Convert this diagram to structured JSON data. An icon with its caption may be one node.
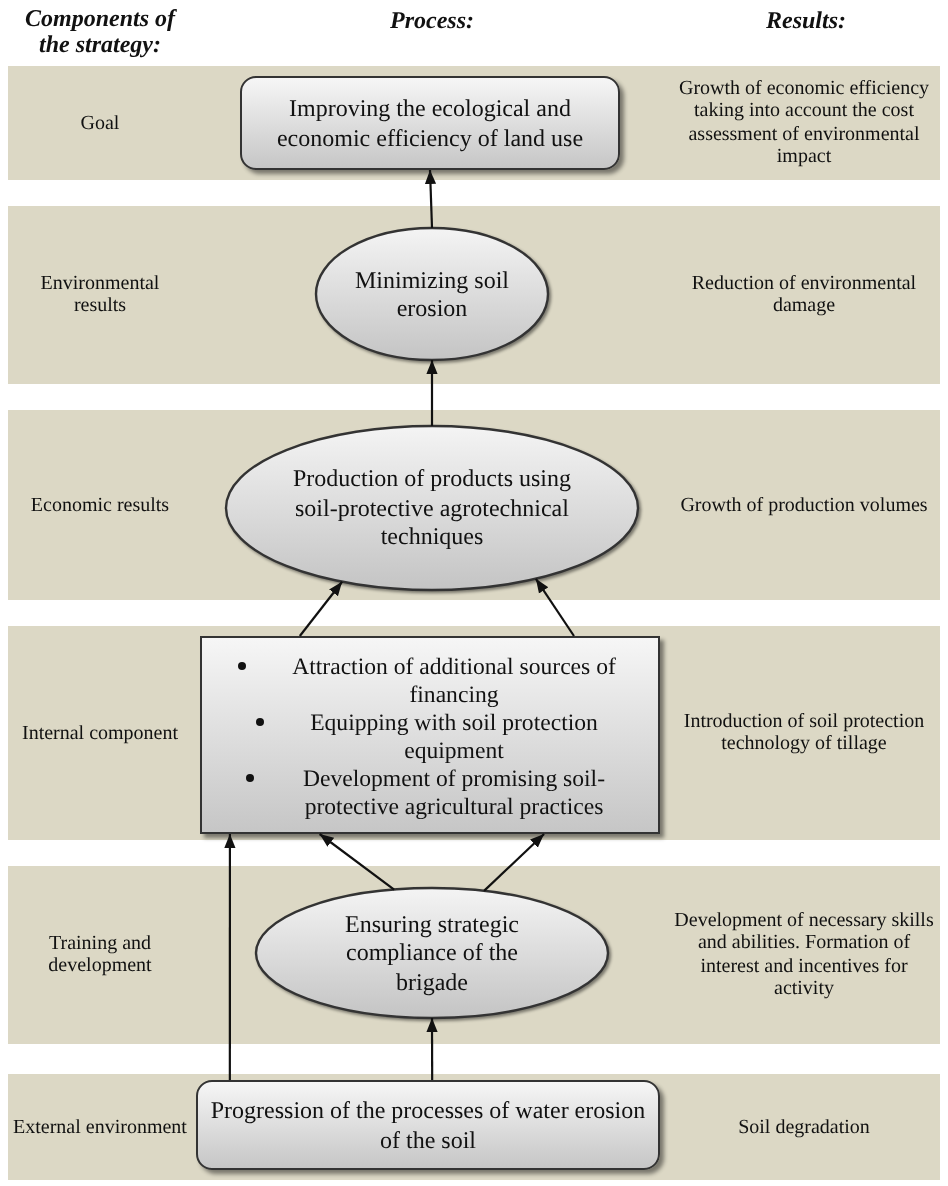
{
  "diagram": {
    "nodes": [
      {
        "text": [
          "Goal",
          "Growth of economic efficiency taking into account the cost assessment of environmental impact"
        ]
      },
      {
        "text": [
          "Improving the ecological and economic efficiency of land use"
        ],
        "in": 0
      },
      {
        "text": [
          "Environmental results",
          "Reduction of environmental damage"
        ]
      },
      {
        "text": [
          "Minimizing soil erosion"
        ],
        "in": 2
      },
      {
        "text": [
          "Economic results",
          "Growth of production volumes"
        ]
      },
      {
        "text": [
          "Production of products using soil-protective agrotechnical techniques"
        ],
        "in": 4
      },
      {
        "text": [
          "Internal component",
          "Introduction of soil protection technology of tillage"
        ]
      },
      {
        "text": [
          "Attraction of additional sources of financing",
          "Equipping with soil protection equipment",
          "Development of promising soil-protective agricultural practices"
        ],
        "in": 6
      },
      {
        "text": [
          "Training and development",
          "Development of necessary skills and abilities. Formation of interest and incentives for activity"
        ]
      },
      {
        "text": [
          "Ensuring strategic compliance of the brigade"
        ],
        "in": 8
      },
      {
        "text": [
          "External environment",
          "Soil degradation"
        ]
      },
      {
        "text": [
          "Progression of the processes of water erosion of the soil"
        ],
        "in": 10
      }
    ],
    "edges": [
      {
        "from": 3,
        "to": 1,
        "arrow": "to"
      },
      {
        "from": 5,
        "to": 3,
        "arrow": "to"
      },
      {
        "from": 7,
        "to": 5,
        "arrow": "to"
      },
      {
        "from": 7,
        "to": 5,
        "arrow": "to"
      },
      {
        "from": 9,
        "to": 7,
        "arrow": "to"
      },
      {
        "from": 9,
        "to": 7,
        "arrow": "to"
      },
      {
        "from": 11,
        "to": 9,
        "arrow": "to"
      },
      {
        "from": 11,
        "to": 7,
        "arrow": "to"
      }
    ],
    "labels": [
      "Components of the strategy:",
      "Process:",
      "Results:"
    ]
  }
}
